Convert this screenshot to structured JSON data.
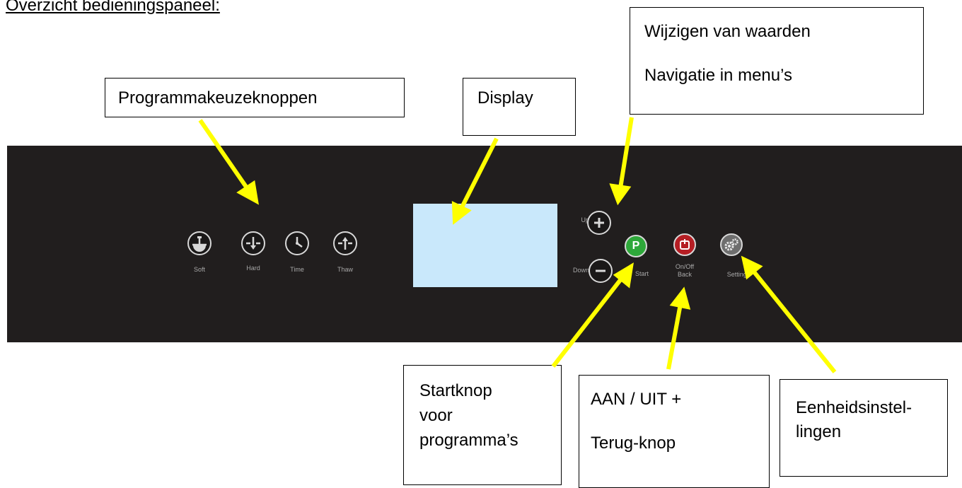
{
  "heading": "Overzicht bedieningspaneel:",
  "callouts": {
    "program_select": "Programmakeuzeknoppen",
    "display": "Display",
    "values_line1": "Wijzigen van waarden",
    "values_line2": "Navigatie in menu’s",
    "start_line1": "Startknop",
    "start_line2": "voor",
    "start_line3": "programma’s",
    "onoff_line1": "AAN / UIT +",
    "onoff_line2": "Terug-knop",
    "units_line1": "Eenheidsinstel-",
    "units_line2": "lingen"
  },
  "panel": {
    "program_buttons": [
      {
        "label": "Soft",
        "icon": "soft-egg-icon"
      },
      {
        "label": "Hard",
        "icon": "hard-egg-icon"
      },
      {
        "label": "Time",
        "icon": "clock-icon"
      },
      {
        "label": "Thaw",
        "icon": "thaw-icon"
      }
    ],
    "up_label": "Up",
    "down_label": "Down",
    "start_letter": "P",
    "start_label": "Start",
    "onoff_label": "On/Off",
    "back_label": "Back",
    "settings_label": "Settings"
  },
  "colors": {
    "panel": "#211e1e",
    "display": "#c9e8fb",
    "arrow": "#ffff00",
    "start_button": "#2ea83a",
    "power_button": "#b51e24",
    "settings_button": "#6e6e6e"
  }
}
